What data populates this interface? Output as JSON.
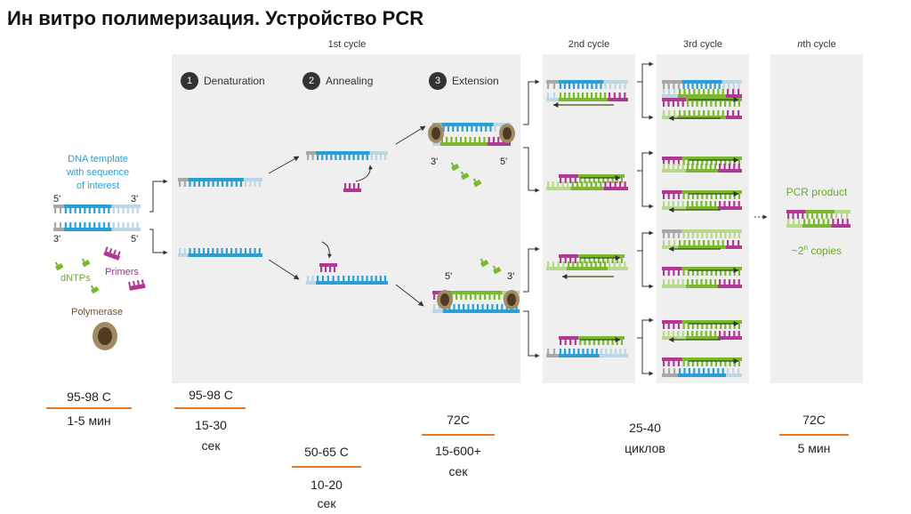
{
  "title": "Ин витро полимеризация. Устройство PCR",
  "cycles": {
    "first": "1st cycle",
    "second": "2nd cycle",
    "third": "3rd cycle",
    "nth_italic": "n",
    "nth_rest": "th cycle"
  },
  "steps": [
    {
      "number": "1",
      "label": "Denaturation"
    },
    {
      "number": "2",
      "label": "Annealing"
    },
    {
      "number": "3",
      "label": "Extension"
    }
  ],
  "left_labels": {
    "template_line1": "DNA template",
    "template_line2": "with sequence",
    "template_line3": "of interest",
    "five_prime": "5'",
    "three_prime": "3'",
    "dntps": "dNTPs",
    "primers": "Primers",
    "polymerase": "Polymerase"
  },
  "ends": {
    "three": "3'",
    "five": "5'"
  },
  "product": {
    "label": "PCR product",
    "copies_prefix": "~2",
    "copies_exp": "n",
    "copies_suffix": " copies"
  },
  "conditions": [
    {
      "id": "initial",
      "top": "95-98 C",
      "bottom": "1-5 мин"
    },
    {
      "id": "denaturation",
      "top": "95-98 C",
      "bottom_line1": "15-30",
      "bottom_line2": "сек"
    },
    {
      "id": "annealing",
      "top": "50-65 C",
      "bottom_line1": "10-20",
      "bottom_line2": "сек"
    },
    {
      "id": "extension",
      "top": "72C",
      "bottom_line1": "15-600+",
      "bottom_line2": "сек"
    },
    {
      "id": "cycles",
      "top": "25-40",
      "bottom": "циклов"
    },
    {
      "id": "final",
      "top": "72C",
      "bottom": "5 мин"
    }
  ],
  "colors": {
    "template_blue": "#2a9fd6",
    "backbone_grey": "#a8a8a8",
    "strand_light_blue": "#bcd6e6",
    "primer_purple": "#b23894",
    "new_strand_green": "#7ab82e",
    "light_green": "#b7d98a",
    "polymerase_brown": "#8a7552",
    "accent_orange": "#e87722",
    "panel_grey": "#efefef"
  }
}
